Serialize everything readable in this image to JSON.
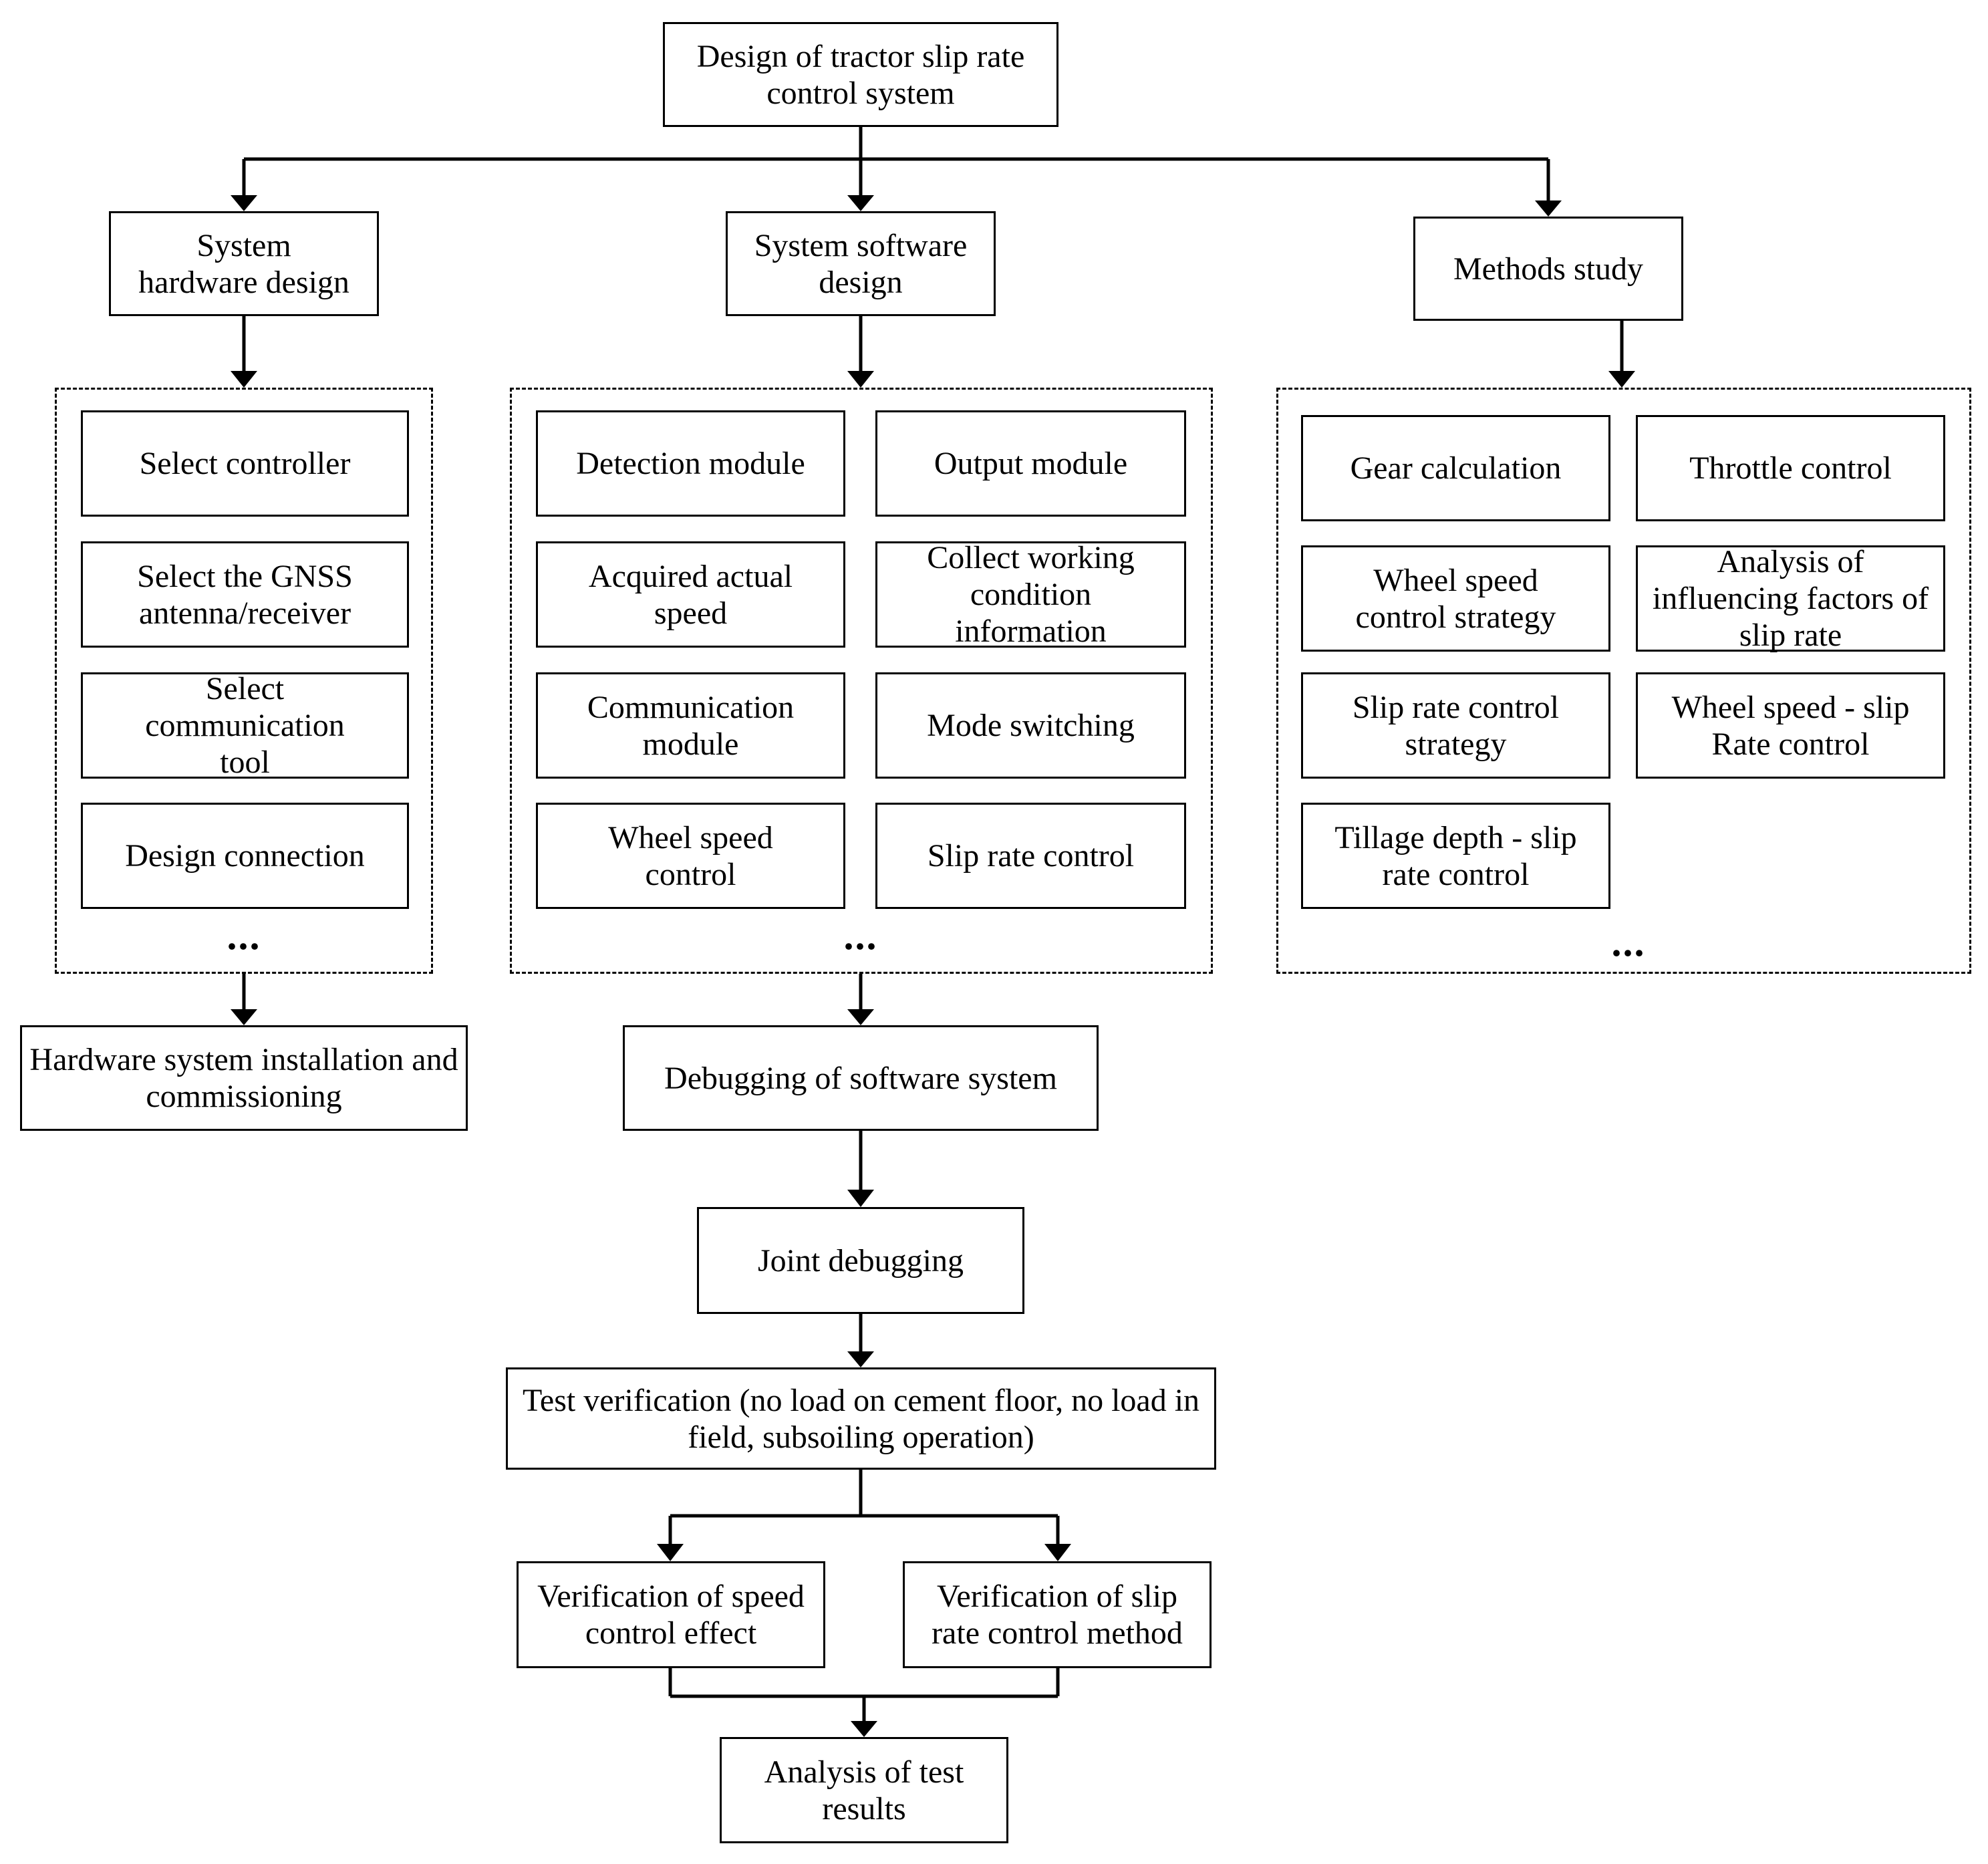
{
  "top": "Design of tractor slip rate control system",
  "branches": {
    "hardware": {
      "title": "System hardware design",
      "items": [
        "Select controller",
        "Select the GNSS antenna/receiver",
        "Select communication tool",
        "Design connection"
      ],
      "more": "...",
      "result": "Hardware system installation and commissioning"
    },
    "software": {
      "title": "System software design",
      "items": [
        "Detection module",
        "Output module",
        "Acquired actual speed",
        "Collect working condition information",
        "Communication module",
        "Mode switching",
        "Wheel speed control",
        "Slip rate control"
      ],
      "more": "...",
      "result": "Debugging of software system"
    },
    "methods": {
      "title": "Methods study",
      "items": [
        "Gear calculation",
        "Throttle control",
        "Wheel speed control strategy",
        "Analysis of influencing factors of slip rate",
        "Slip rate control strategy",
        "Wheel speed - slip Rate control",
        "Tillage depth - slip rate control"
      ],
      "more": "..."
    }
  },
  "flow": {
    "joint": "Joint debugging",
    "test": "Test verification (no load on cement floor, no load in field, subsoiling operation)",
    "verify_speed": "Verification of speed control effect",
    "verify_slip": "Verification of slip rate control method",
    "analysis": "Analysis of test results"
  }
}
